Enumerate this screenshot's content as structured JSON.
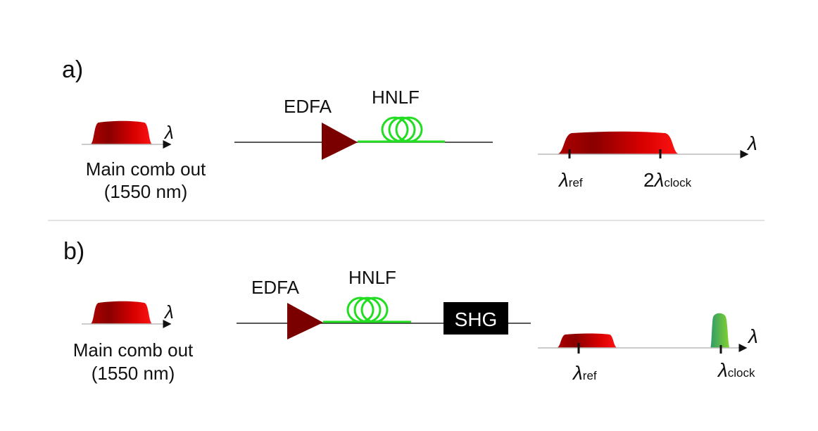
{
  "panels": [
    {
      "label": "a)",
      "input": {
        "caption_line1": "Main comb out",
        "caption_line2": "(1550 nm)",
        "axis_symbol": "λ"
      },
      "amplifier": {
        "label": "EDFA",
        "color": "#7a0000"
      },
      "fiber": {
        "label": "HNLF",
        "color": "#22dd22"
      },
      "output": {
        "axis_symbol": "λ",
        "markers": [
          {
            "prefix": "",
            "symbol": "λ",
            "subscript": "ref"
          },
          {
            "prefix": "2",
            "symbol": "λ",
            "subscript": "clock"
          }
        ]
      }
    },
    {
      "label": "b)",
      "input": {
        "caption_line1": "Main comb out",
        "caption_line2": "(1550 nm)",
        "axis_symbol": "λ"
      },
      "amplifier": {
        "label": "EDFA",
        "color": "#7a0000"
      },
      "fiber": {
        "label": "HNLF",
        "color": "#22dd22"
      },
      "converter": {
        "label": "SHG"
      },
      "output": {
        "axis_symbol": "λ",
        "markers": [
          {
            "prefix": "",
            "symbol": "λ",
            "subscript": "ref"
          },
          {
            "prefix": "",
            "symbol": "λ",
            "subscript": "clock"
          }
        ]
      }
    }
  ],
  "colors": {
    "spectrum_red_dark": "#8a0000",
    "spectrum_red_light": "#ff1010",
    "spectrum_green_dark": "#2e9a6a",
    "spectrum_green_light": "#7fd030",
    "divider": "#d8d8d8",
    "axis": "#bbbbbb"
  }
}
